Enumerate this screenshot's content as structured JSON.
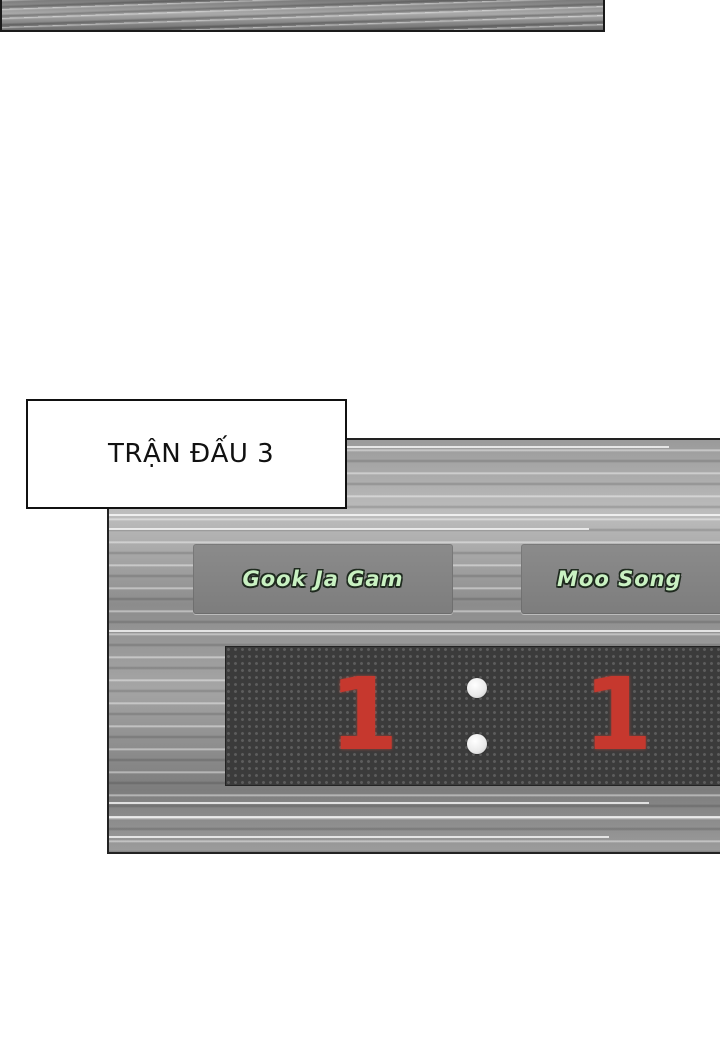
{
  "caption": {
    "text": "TRẬN ĐẤU 3"
  },
  "scoreboard": {
    "left_team": "Gook Ja Gam",
    "right_team": "Moo Song",
    "left_score": "1",
    "right_score": "1",
    "colors": {
      "team_text": "#c9f1c2",
      "score_digit": "#c6382e",
      "led_background": "#3b3b3b"
    }
  }
}
